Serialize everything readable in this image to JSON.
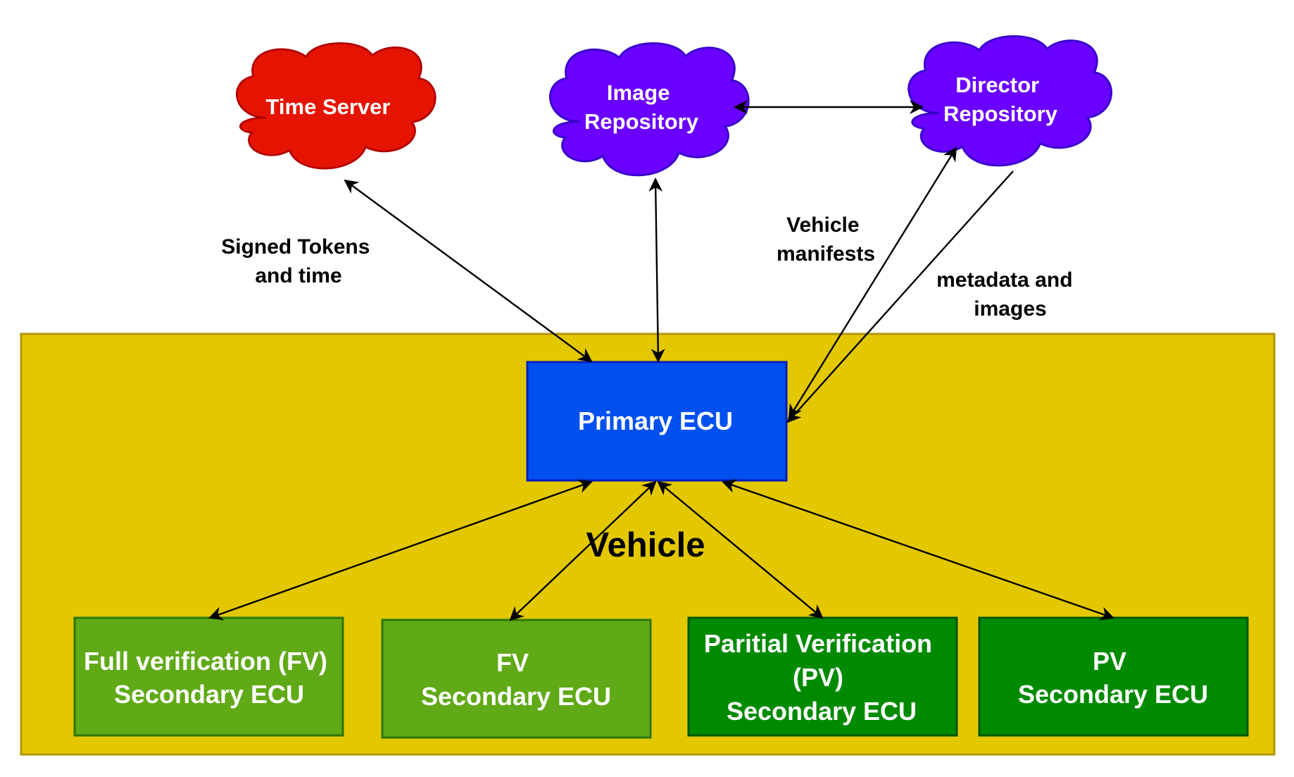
{
  "colors": {
    "time_server": "#e51400",
    "repository": "#6a00ff",
    "primary_ecu": "#0050ef",
    "fv_secondary": "#60a917",
    "pv_secondary": "#008a00",
    "vehicle_background": "#e3c800"
  },
  "vehicle": {
    "label": "Vehicle"
  },
  "servers": {
    "time_server": {
      "lines": [
        "Time Server"
      ]
    },
    "image_repository": {
      "lines": [
        "Image",
        "Repository"
      ]
    },
    "director_repository": {
      "lines": [
        "Director",
        "Repository"
      ]
    }
  },
  "primary_ecu": {
    "label": "Primary ECU"
  },
  "secondary_ecus": [
    {
      "lines": [
        "Full verification (FV)",
        "Secondary ECU"
      ]
    },
    {
      "lines": [
        "FV",
        "Secondary ECU"
      ]
    },
    {
      "lines": [
        "Paritial Verification",
        "(PV)",
        "Secondary ECU"
      ]
    },
    {
      "lines": [
        "PV",
        "Secondary ECU"
      ]
    }
  ],
  "edge_labels": {
    "signed_tokens": [
      "Signed Tokens",
      "and time"
    ],
    "vehicle_manifests": [
      "Vehicle",
      "manifests"
    ],
    "metadata_images": [
      "metadata and",
      "images"
    ]
  }
}
